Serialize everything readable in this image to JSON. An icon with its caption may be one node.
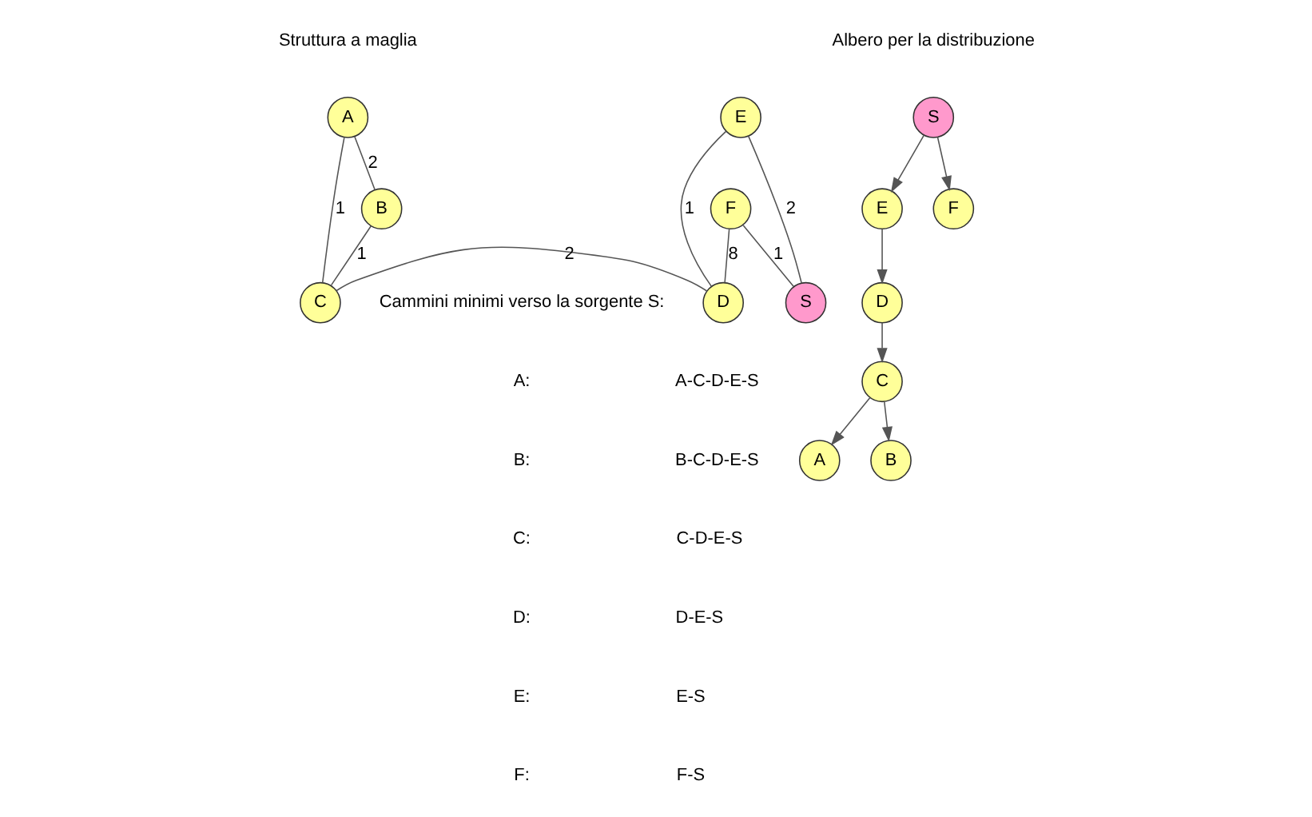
{
  "diagram": {
    "nodes": [
      {
        "text": [
          "A"
        ]
      },
      {
        "text": [
          "B"
        ]
      },
      {
        "text": [
          "C"
        ]
      },
      {
        "text": [
          "D"
        ]
      },
      {
        "text": [
          "E"
        ]
      },
      {
        "text": [
          "F"
        ]
      },
      {
        "text": [
          "S"
        ]
      },
      {
        "text": [
          "S"
        ]
      },
      {
        "text": [
          "E"
        ]
      },
      {
        "text": [
          "F"
        ]
      },
      {
        "text": [
          "D"
        ]
      },
      {
        "text": [
          "C"
        ]
      },
      {
        "text": [
          "A"
        ]
      },
      {
        "text": [
          "B"
        ]
      }
    ],
    "edges": [
      {
        "from": 0,
        "to": 1,
        "arrow": "none",
        "label": "2"
      },
      {
        "from": 0,
        "to": 2,
        "arrow": "none",
        "label": "1"
      },
      {
        "from": 1,
        "to": 2,
        "arrow": "none",
        "label": "1"
      },
      {
        "from": 2,
        "to": 3,
        "arrow": "none",
        "label": "2"
      },
      {
        "from": 3,
        "to": 4,
        "arrow": "none",
        "label": "1"
      },
      {
        "from": 3,
        "to": 5,
        "arrow": "none",
        "label": "8"
      },
      {
        "from": 4,
        "to": 6,
        "arrow": "none",
        "label": "2"
      },
      {
        "from": 5,
        "to": 6,
        "arrow": "none",
        "label": "1"
      },
      {
        "from": 7,
        "to": 8,
        "arrow": "to"
      },
      {
        "from": 7,
        "to": 9,
        "arrow": "to"
      },
      {
        "from": 8,
        "to": 10,
        "arrow": "to"
      },
      {
        "from": 10,
        "to": 11,
        "arrow": "to"
      },
      {
        "from": 11,
        "to": 12,
        "arrow": "to"
      },
      {
        "from": 11,
        "to": 13,
        "arrow": "to"
      }
    ],
    "labels": [
      "Struttura a maglia",
      "Albero per la distribuzione",
      "Cammini minimi verso la sorgente S:",
      "A:",
      "A-C-D-E-S",
      "B:",
      "B-C-D-E-S",
      "C:",
      "C-D-E-S",
      "D:",
      "D-E-S",
      "E:",
      "E-S",
      "F:",
      "F-S"
    ]
  }
}
